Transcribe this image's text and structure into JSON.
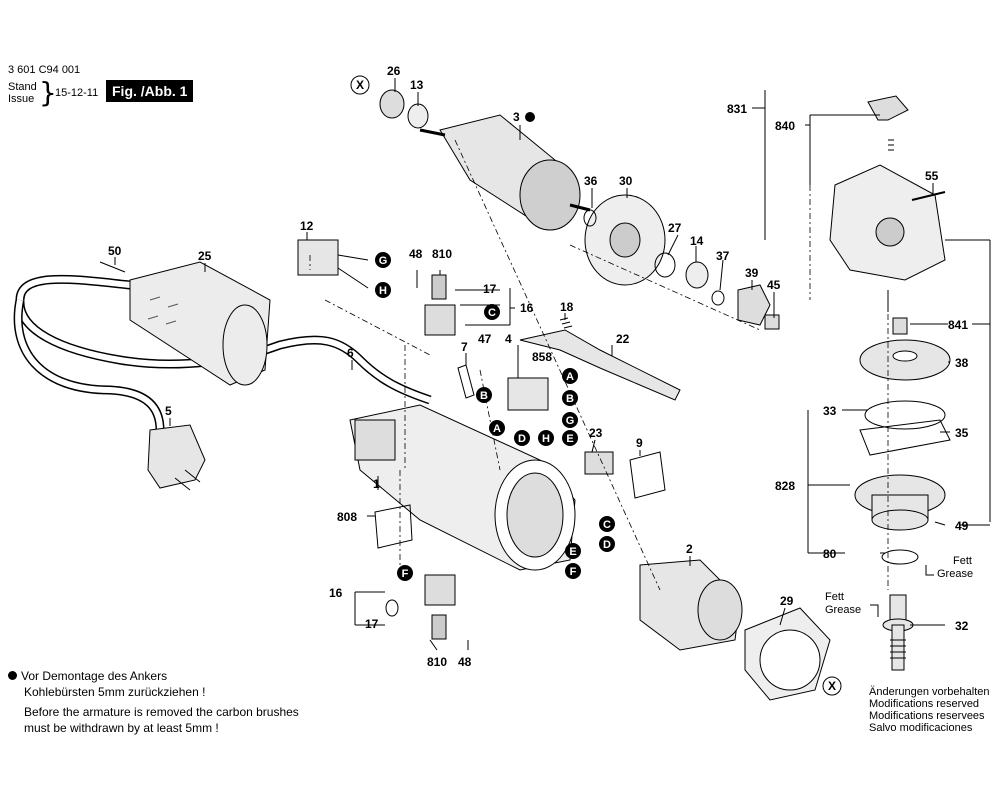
{
  "header": {
    "doc_number": "3 601 C94 001",
    "stand_label": "Stand",
    "issue_label": "Issue",
    "date": "15-12-11",
    "figure": "Fig. /Abb. 1"
  },
  "part_numbers": [
    "26",
    "13",
    "3",
    "36",
    "30",
    "27",
    "14",
    "37",
    "39",
    "45",
    "55",
    "831",
    "840",
    "841",
    "38",
    "33",
    "35",
    "828",
    "49",
    "80",
    "32",
    "29",
    "2",
    "9",
    "23",
    "22",
    "18",
    "858",
    "4",
    "7",
    "47",
    "6",
    "1",
    "808",
    "16",
    "17",
    "810",
    "48",
    "12",
    "50",
    "25",
    "5"
  ],
  "callouts": {
    "p26": "26",
    "p13": "13",
    "p3": "3",
    "p36": "36",
    "p30": "30",
    "p27": "27",
    "p14": "14",
    "p37": "37",
    "p39": "39",
    "p45": "45",
    "p55": "55",
    "p831": "831",
    "p840": "840",
    "p841": "841",
    "p38": "38",
    "p33": "33",
    "p35": "35",
    "p828": "828",
    "p49": "49",
    "p80": "80",
    "p32": "32",
    "p29": "29",
    "p2": "2",
    "p9": "9",
    "p23": "23",
    "p22": "22",
    "p18": "18",
    "p858": "858",
    "p4": "4",
    "p7": "7",
    "p47": "47",
    "p6": "6",
    "p1": "1",
    "p808": "808",
    "p16a": "16",
    "p17a": "17",
    "p810a": "810",
    "p48a": "48",
    "p12": "12",
    "p50": "50",
    "p25": "25",
    "p5": "5",
    "p16b": "16",
    "p17b": "17",
    "p810b": "810",
    "p48b": "48"
  },
  "markers": {
    "x": "X",
    "a": "A",
    "b": "B",
    "c": "C",
    "d": "D",
    "e": "E",
    "f": "F",
    "g": "G",
    "h": "H"
  },
  "grease": {
    "fett": "Fett",
    "grease": "Grease"
  },
  "footnote": {
    "de_line1": "Vor Demontage des Ankers",
    "de_line2": "Kohlebürsten 5mm zurückziehen !",
    "en_line1": "Before the armature is removed the carbon brushes",
    "en_line2": "must be withdrawn by at least 5mm !"
  },
  "modifications": {
    "de": "Änderungen vorbehalten",
    "en": "Modifications reserved",
    "fr": "Modifications reservees",
    "es": "Salvo modificaciones"
  },
  "colors": {
    "ink": "#000000",
    "paper": "#ffffff",
    "part_fill": "#e6e6e6",
    "part_shade": "#9a9a9a"
  }
}
